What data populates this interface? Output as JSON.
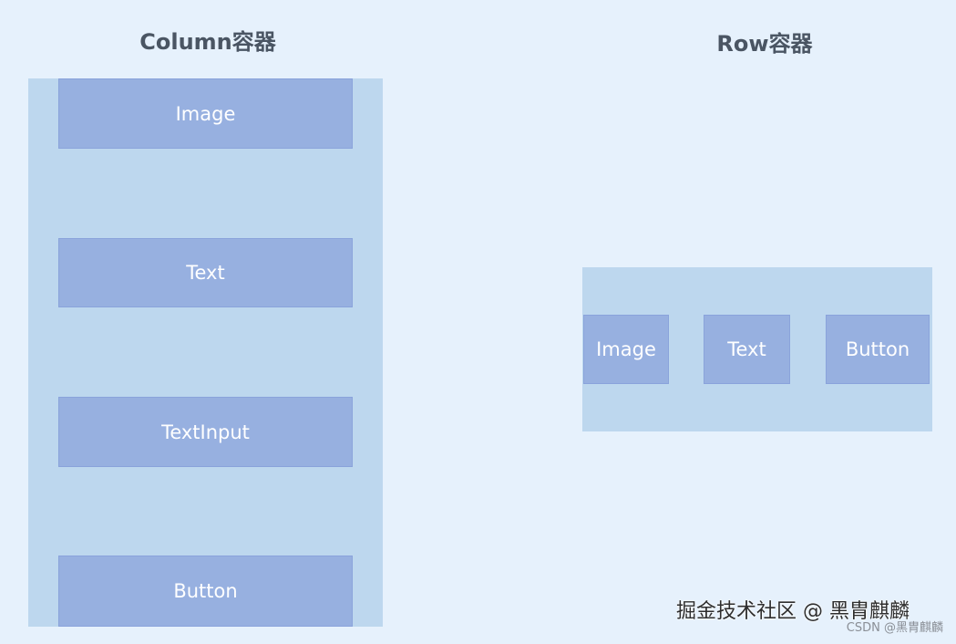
{
  "column_section": {
    "title": "Column容器",
    "items": [
      {
        "label": "Image"
      },
      {
        "label": "Text"
      },
      {
        "label": "TextInput"
      },
      {
        "label": "Button"
      }
    ]
  },
  "row_section": {
    "title": "Row容器",
    "items": [
      {
        "label": "Image"
      },
      {
        "label": "Text"
      },
      {
        "label": "Button"
      }
    ]
  },
  "watermark": {
    "main": "掘金技术社区 @ 黑胄麒麟",
    "sub": "CSDN @黑胄麒麟"
  },
  "colors": {
    "background": "#e6f1fc",
    "container": "#bdd7ee",
    "child": "#97b0e0",
    "title_text": "#4a5563"
  }
}
